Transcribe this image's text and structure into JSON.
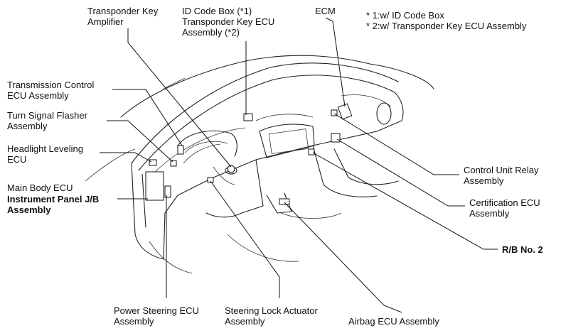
{
  "labels": {
    "transponder_key_amplifier": "Transponder Key\nAmplifier",
    "id_code_box": "ID Code Box (*1)\nTransponder Key ECU\nAssembly (*2)",
    "ecm": "ECM",
    "notes": "* 1:w/ ID Code Box\n* 2:w/ Transponder Key ECU Assembly",
    "transmission_control_ecu": "Transmission Control\nECU Assembly",
    "turn_signal_flasher": "Turn Signal Flasher\nAssembly",
    "headlight_leveling_ecu": "Headlight Leveling\nECU",
    "main_body_ecu": "Main Body ECU",
    "instrument_panel_jb": "Instrument Panel J/B\nAssembly",
    "control_unit_relay": "Control Unit Relay\nAssembly",
    "certification_ecu": "Certification ECU\nAssembly",
    "rb_no2": "R/B No. 2",
    "power_steering_ecu": "Power Steering ECU\nAssembly",
    "steering_lock_actuator": "Steering Lock Actuator\nAssembly",
    "airbag_ecu": "Airbag ECU Assembly"
  }
}
